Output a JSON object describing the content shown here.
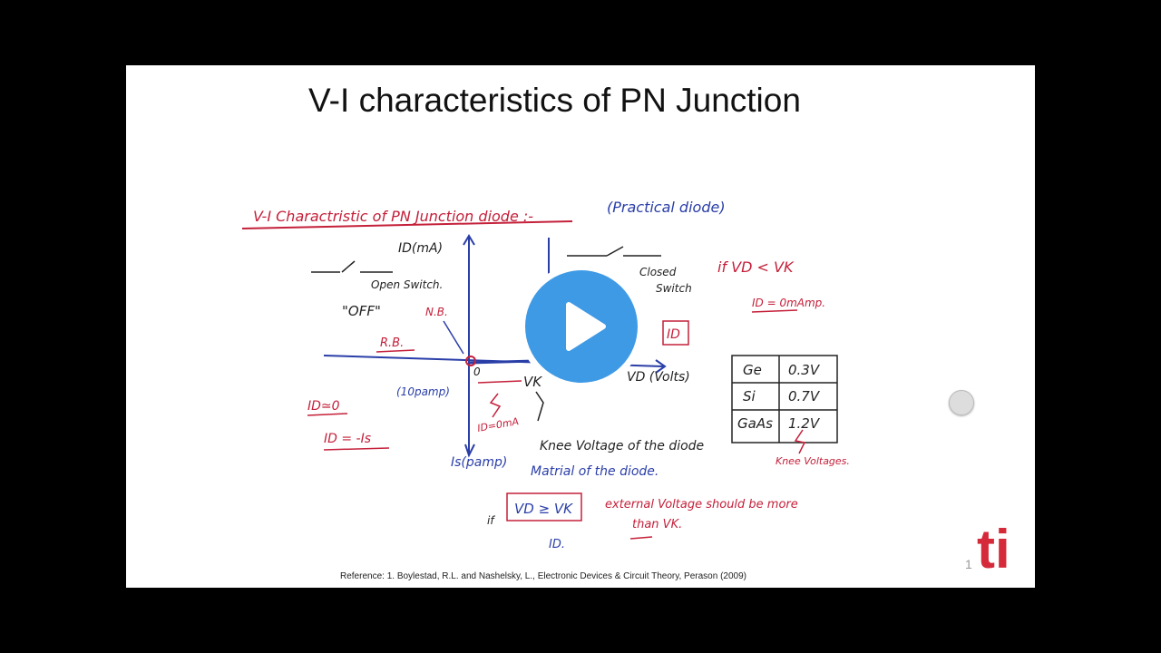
{
  "slide": {
    "title": "V-I characteristics of PN Junction",
    "reference": "Reference: 1. Boylestad, R.L. and Nashelsky, L., Electronic Devices & Circuit Theory, Perason (2009)",
    "page_number": "1",
    "logo_text": "ti"
  },
  "notes": {
    "heading": "V-I Charactristic of PN Junction diode :-",
    "heading_sub": "(Practical diode)",
    "y_axis_label": "ID(mA)",
    "open_switch": "Open Switch.",
    "off_label": "\"OFF\"",
    "nb_label": "N.B.",
    "rb_label": "R.B.",
    "closed_switch_1": "Closed",
    "closed_switch_2": "Switch",
    "id_box": "ID",
    "x_axis_label": "VD (Volts)",
    "origin": "0",
    "reverse_current": "(10pamp)",
    "vk_label": "VK",
    "is_label": "Is(pamp)",
    "id_zero_ma": "ID=0mA",
    "id_approx_zero": "ID≃0",
    "id_neg_is": "ID = -Is",
    "knee_voltage_line1": "Knee Voltage of the diode",
    "knee_voltage_line2": "Matrial of the diode.",
    "condition_prefix": "if",
    "condition_box": "VD ≥ VK",
    "condition_id": "ID.",
    "external_1": "external Voltage should be more",
    "external_2": "than VK.",
    "if_vd_vk": "if VD < VK",
    "id_zero_amp": "ID = 0mAmp.",
    "knee_voltages": "Knee Voltages.",
    "table": [
      {
        "material": "Ge",
        "voltage": "0.3V"
      },
      {
        "material": "Si",
        "voltage": "0.7V"
      },
      {
        "material": "GaAs",
        "voltage": "1.2V"
      }
    ]
  },
  "colors": {
    "red_ink": "#c4203a",
    "blue_ink": "#2a3ea8",
    "black_ink": "#222222",
    "play_blue": "#3f9ae6",
    "logo_red": "#d42a3a"
  }
}
